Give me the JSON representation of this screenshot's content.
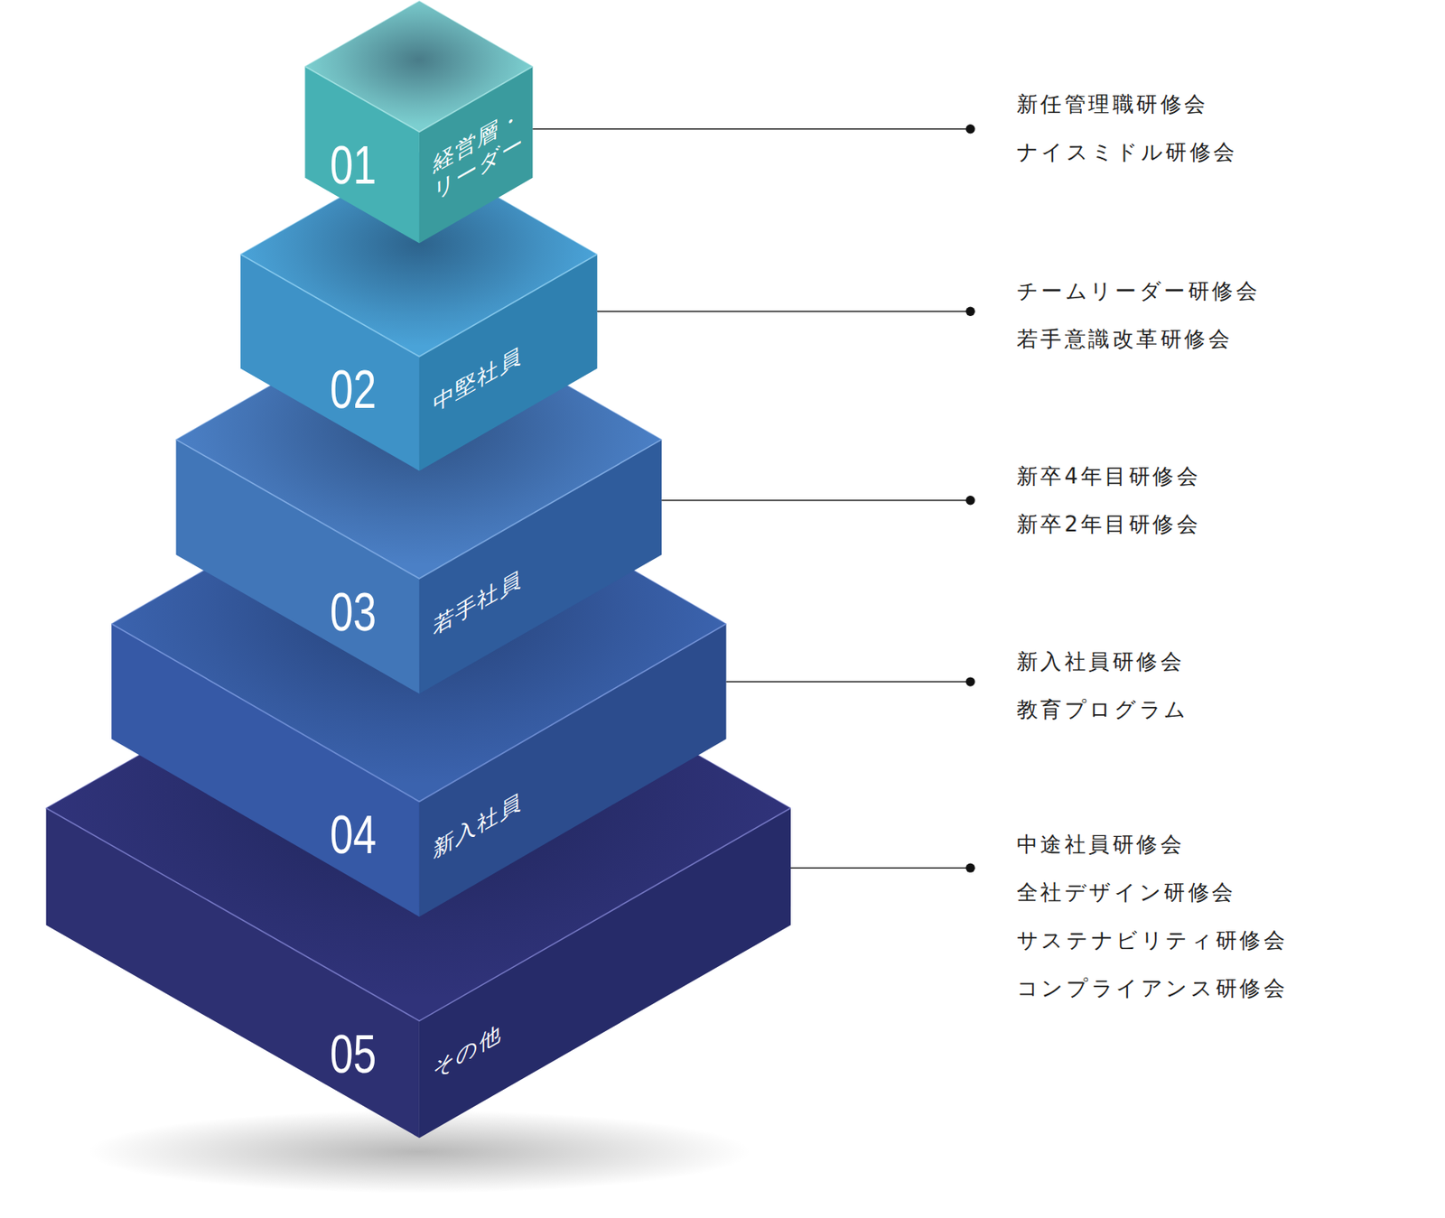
{
  "diagram": {
    "nodes": [
      {
        "text": [
          "01",
          "経営層・ リーダー"
        ]
      },
      {
        "text": [
          "02",
          "中堅社員"
        ]
      },
      {
        "text": [
          "03",
          "若手社員"
        ]
      },
      {
        "text": [
          "04",
          "新入社員"
        ]
      },
      {
        "text": [
          "05",
          "その他"
        ]
      }
    ],
    "labels": [
      "新任管理職研修会",
      "ナイスミドル研修会",
      "チームリーダー研修会",
      "若手意識改革研修会",
      "新卒4年目研修会",
      "新卒2年目研修会",
      "新入社員研修会",
      "教育プログラム",
      "中途社員研修会",
      "全社デザイン研修会",
      "サステナビリティ研修会",
      "コンプライアンス研修会"
    ]
  }
}
